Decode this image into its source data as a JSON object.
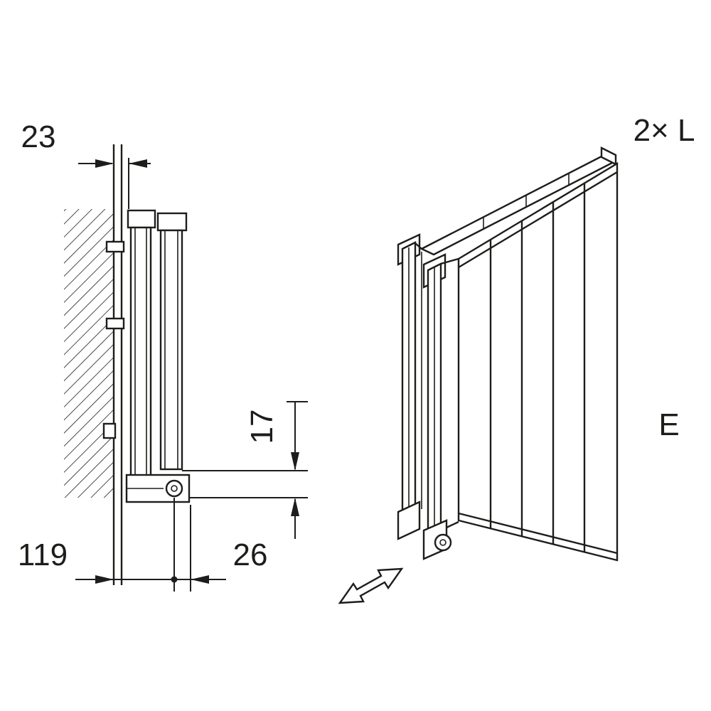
{
  "colors": {
    "ink": "#1d1d1b",
    "background": "#ffffff"
  },
  "dimensions": {
    "wall_gap": "23",
    "total_depth": "119",
    "valve_offset": "26",
    "bottom_clearance": "17"
  },
  "labels": {
    "variant": "2× L",
    "connection": "E"
  }
}
